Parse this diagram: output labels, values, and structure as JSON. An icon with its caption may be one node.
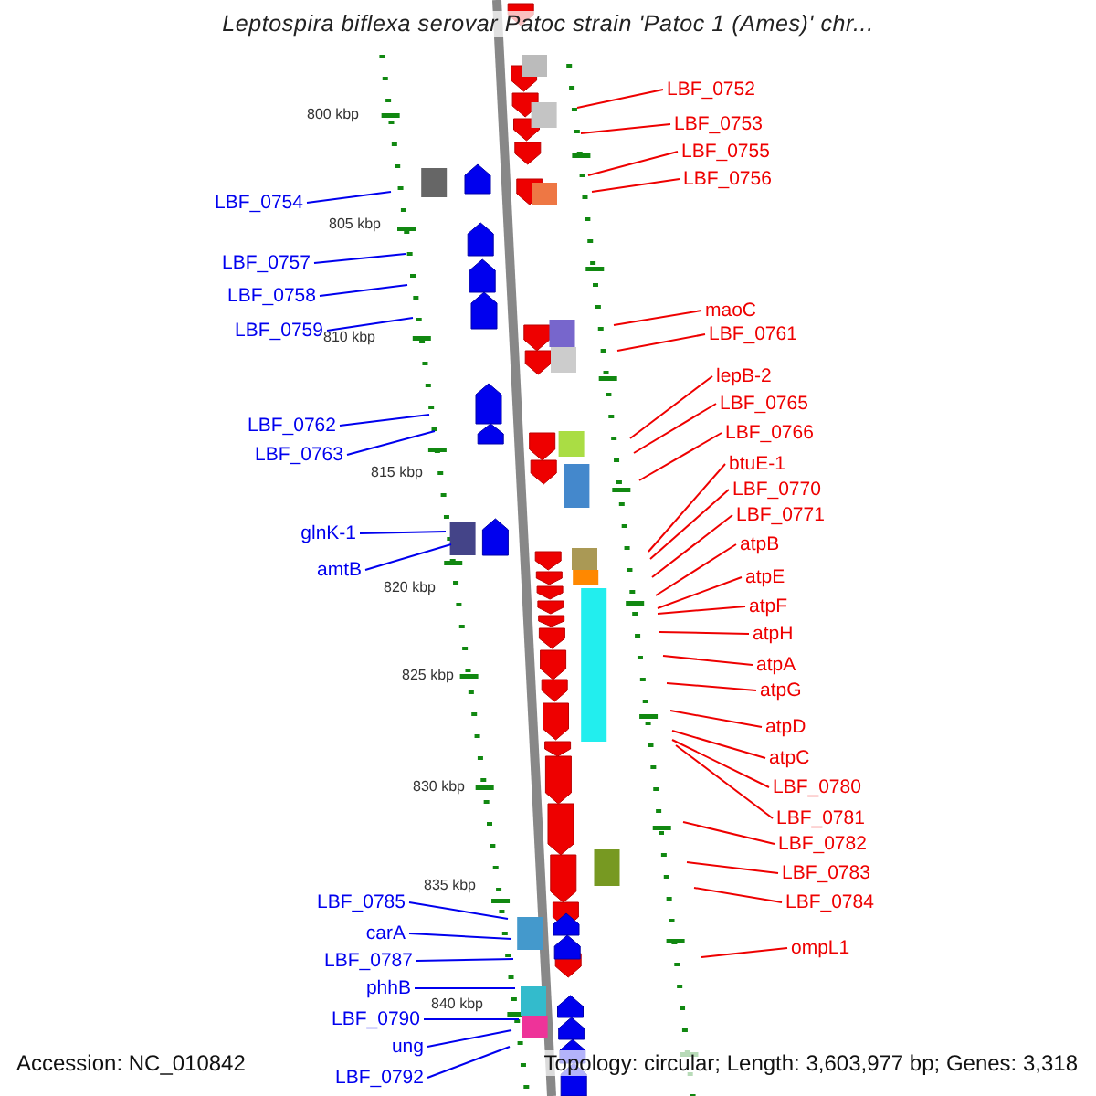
{
  "diagram": {
    "title": "Leptospira biflexa serovar Patoc strain 'Patoc 1 (Ames)' chr...",
    "nodes": [
      {
        "text": [
          "LBF_0752"
        ]
      },
      {
        "text": [
          "LBF_0753"
        ]
      },
      {
        "text": [
          "LBF_0755"
        ]
      },
      {
        "text": [
          "LBF_0756"
        ]
      },
      {
        "text": [
          "LBF_0754"
        ]
      },
      {
        "text": [
          "LBF_0757"
        ]
      },
      {
        "text": [
          "LBF_0758"
        ]
      },
      {
        "text": [
          "LBF_0759"
        ]
      },
      {
        "text": [
          "maoC"
        ]
      },
      {
        "text": [
          "LBF_0761"
        ]
      },
      {
        "text": [
          "lepB-2"
        ]
      },
      {
        "text": [
          "LBF_0765"
        ]
      },
      {
        "text": [
          "LBF_0762"
        ]
      },
      {
        "text": [
          "LBF_0766"
        ]
      },
      {
        "text": [
          "LBF_0763"
        ]
      },
      {
        "text": [
          "btuE-1"
        ]
      },
      {
        "text": [
          "LBF_0770"
        ]
      },
      {
        "text": [
          "LBF_0771"
        ]
      },
      {
        "text": [
          "glnK-1"
        ]
      },
      {
        "text": [
          "atpB"
        ]
      },
      {
        "text": [
          "amtB"
        ]
      },
      {
        "text": [
          "atpE"
        ]
      },
      {
        "text": [
          "atpF"
        ]
      },
      {
        "text": [
          "atpH"
        ]
      },
      {
        "text": [
          "atpA"
        ]
      },
      {
        "text": [
          "atpG"
        ]
      },
      {
        "text": [
          "atpD"
        ]
      },
      {
        "text": [
          "atpC"
        ]
      },
      {
        "text": [
          "LBF_0780"
        ]
      },
      {
        "text": [
          "LBF_0781"
        ]
      },
      {
        "text": [
          "LBF_0782"
        ]
      },
      {
        "text": [
          "LBF_0783"
        ]
      },
      {
        "text": [
          "LBF_0785"
        ]
      },
      {
        "text": [
          "LBF_0784"
        ]
      },
      {
        "text": [
          "carA"
        ]
      },
      {
        "text": [
          "ompL1"
        ]
      },
      {
        "text": [
          "LBF_0787"
        ]
      },
      {
        "text": [
          "phhB"
        ]
      },
      {
        "text": [
          "LBF_0790"
        ]
      },
      {
        "text": [
          "ung"
        ]
      },
      {
        "text": [
          "LBF_0792"
        ]
      }
    ],
    "edges": [
      {
        "from": 0,
        "to": null,
        "arrow": "none"
      },
      {
        "from": 1,
        "to": null,
        "arrow": "none"
      },
      {
        "from": 2,
        "to": null,
        "arrow": "none"
      },
      {
        "from": 3,
        "to": null,
        "arrow": "none"
      },
      {
        "from": 4,
        "to": null,
        "arrow": "none",
        "color": "#0000ee"
      },
      {
        "from": 5,
        "to": null,
        "arrow": "none",
        "color": "#0000ee"
      },
      {
        "from": 6,
        "to": null,
        "arrow": "none",
        "color": "#0000ee"
      },
      {
        "from": 7,
        "to": null,
        "arrow": "none",
        "color": "#0000ee"
      },
      {
        "from": 8,
        "to": null,
        "arrow": "none"
      },
      {
        "from": 9,
        "to": null,
        "arrow": "none"
      },
      {
        "from": 10,
        "to": null,
        "arrow": "none"
      },
      {
        "from": 11,
        "to": null,
        "arrow": "none"
      },
      {
        "from": 12,
        "to": null,
        "arrow": "none",
        "color": "#0000ee"
      },
      {
        "from": 13,
        "to": null,
        "arrow": "none"
      },
      {
        "from": 14,
        "to": null,
        "arrow": "none",
        "color": "#0000ee"
      },
      {
        "from": 15,
        "to": null,
        "arrow": "none"
      },
      {
        "from": 16,
        "to": null,
        "arrow": "none"
      },
      {
        "from": 17,
        "to": null,
        "arrow": "none"
      },
      {
        "from": 18,
        "to": null,
        "arrow": "none",
        "color": "#0000ee"
      },
      {
        "from": 19,
        "to": null,
        "arrow": "none"
      },
      {
        "from": 20,
        "to": null,
        "arrow": "none",
        "color": "#0000ee"
      },
      {
        "from": 21,
        "to": null,
        "arrow": "none"
      },
      {
        "from": 22,
        "to": null,
        "arrow": "none"
      },
      {
        "from": 23,
        "to": null,
        "arrow": "none"
      },
      {
        "from": 24,
        "to": null,
        "arrow": "none"
      },
      {
        "from": 25,
        "to": null,
        "arrow": "none"
      },
      {
        "from": 26,
        "to": null,
        "arrow": "none"
      },
      {
        "from": 27,
        "to": null,
        "arrow": "none"
      },
      {
        "from": 28,
        "to": null,
        "arrow": "none"
      },
      {
        "from": 29,
        "to": null,
        "arrow": "none"
      },
      {
        "from": 30,
        "to": null,
        "arrow": "none"
      },
      {
        "from": 31,
        "to": null,
        "arrow": "none"
      },
      {
        "from": 32,
        "to": null,
        "arrow": "none",
        "color": "#0000ee"
      },
      {
        "from": 33,
        "to": null,
        "arrow": "none"
      },
      {
        "from": 34,
        "to": null,
        "arrow": "none",
        "color": "#0000ee"
      },
      {
        "from": 35,
        "to": null,
        "arrow": "none"
      },
      {
        "from": 36,
        "to": null,
        "arrow": "none",
        "color": "#0000ee"
      },
      {
        "from": 37,
        "to": null,
        "arrow": "none",
        "color": "#0000ee"
      },
      {
        "from": 38,
        "to": null,
        "arrow": "none",
        "color": "#0000ee"
      },
      {
        "from": 39,
        "to": null,
        "arrow": "none",
        "color": "#0000ee"
      },
      {
        "from": 40,
        "to": null,
        "arrow": "none",
        "color": "#0000ee"
      }
    ],
    "labels": [
      "800 kbp",
      "805 kbp",
      "810 kbp",
      "815 kbp",
      "820 kbp",
      "825 kbp",
      "830 kbp",
      "835 kbp",
      "840 kbp",
      "Accession: NC_010842",
      "Topology: circular; Length: 3,603,977 bp; Genes: 3,318"
    ]
  }
}
